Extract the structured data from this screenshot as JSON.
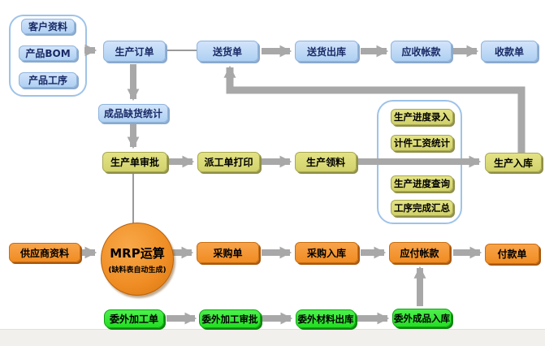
{
  "diagram": {
    "type": "erp-mrp-flowchart",
    "language": "zh-CN",
    "colors": {
      "background": "#ffffff",
      "footer_strip": "#f2f0ed",
      "blue_node": "#aed0f2",
      "yellow_node": "#d2d26c",
      "orange_node": "#f08c22",
      "green_node": "#24dd24",
      "arrow_gray": "#a8a8a8",
      "container_border": "#9ec3e8",
      "blue_text": "#1a2a66"
    }
  },
  "nodes": {
    "customer_data": {
      "label": "客户资料"
    },
    "product_bom": {
      "label": "产品BOM"
    },
    "product_process": {
      "label": "产品工序"
    },
    "production_order": {
      "label": "生产订单"
    },
    "delivery_note": {
      "label": "送货单"
    },
    "delivery_outbound": {
      "label": "送货出库"
    },
    "accounts_receivable": {
      "label": "应收帐款"
    },
    "receipt_note": {
      "label": "收款单"
    },
    "finished_shortage_stats": {
      "label": "成品缺货统计"
    },
    "production_order_approval": {
      "label": "生产单审批"
    },
    "dispatch_print": {
      "label": "派工单打印"
    },
    "production_material": {
      "label": "生产领料"
    },
    "production_inbound": {
      "label": "生产入库"
    },
    "progress_entry": {
      "label": "生产进度录入"
    },
    "piecework_wage_stats": {
      "label": "计件工资统计"
    },
    "progress_query": {
      "label": "生产进度查询"
    },
    "process_completion_summary": {
      "label": "工序完成汇总"
    },
    "supplier_data": {
      "label": "供应商资料"
    },
    "mrp": {
      "label": "MRP运算",
      "sublabel": "(缺料表自动生成)"
    },
    "purchase_order": {
      "label": "采购单"
    },
    "purchase_inbound": {
      "label": "采购入库"
    },
    "accounts_payable": {
      "label": "应付帐款"
    },
    "payment_note": {
      "label": "付款单"
    },
    "outsource_order": {
      "label": "委外加工单"
    },
    "outsource_approval": {
      "label": "委外加工审批"
    },
    "outsource_material_outbound": {
      "label": "委外材料出库"
    },
    "outsource_finished_inbound": {
      "label": "委外成品入库"
    }
  }
}
